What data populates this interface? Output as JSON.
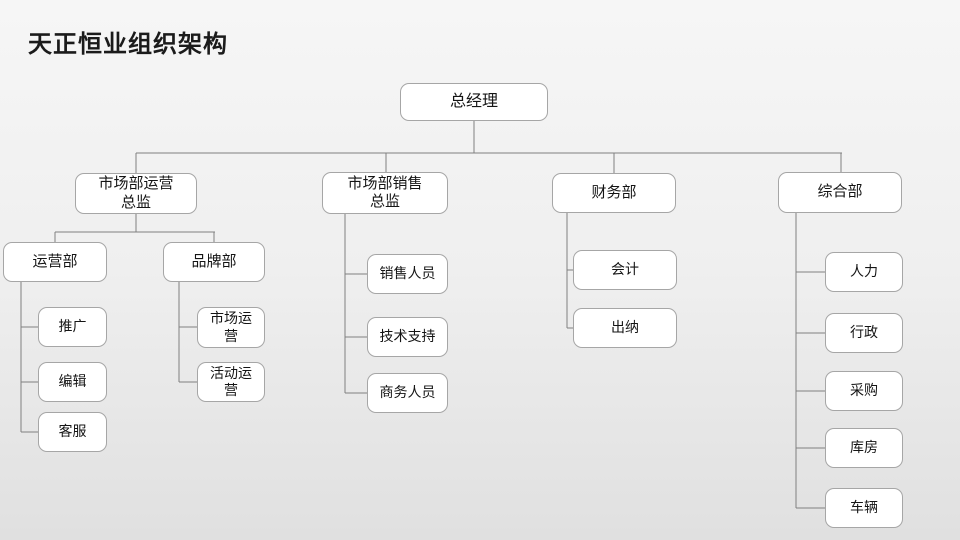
{
  "slide": {
    "title": "天正恒业组织架构",
    "colors": {
      "background_top": "#f6f6f6",
      "background_bottom": "#e0e0e0",
      "node_fill": "#ffffff",
      "node_border": "#a6a6a6",
      "connector": "#808080",
      "text": "#141414"
    }
  },
  "nodes": {
    "ceo": "总经理",
    "mkt_ops": "市场部运营\n总监",
    "mkt_sales": "市场部销售\n总监",
    "finance": "财务部",
    "general": "综合部",
    "operations": "运营部",
    "brand": "品牌部",
    "promotion": "推广",
    "editing": "编辑",
    "customer_service": "客服",
    "market_op": "市场运\n营",
    "event_op": "活动运\n营",
    "sales_staff": "销售人员",
    "tech_support": "技术支持",
    "biz_staff": "商务人员",
    "accounting": "会计",
    "cashier": "出纳",
    "hr": "人力",
    "admin": "行政",
    "procurement": "采购",
    "warehouse": "库房",
    "vehicles": "车辆"
  },
  "hierarchy": {
    "label": "总经理",
    "children": [
      {
        "label": "市场部运营总监",
        "children": [
          {
            "label": "运营部",
            "children": [
              {
                "label": "推广"
              },
              {
                "label": "编辑"
              },
              {
                "label": "客服"
              }
            ]
          },
          {
            "label": "品牌部",
            "children": [
              {
                "label": "市场运营"
              },
              {
                "label": "活动运营"
              }
            ]
          }
        ]
      },
      {
        "label": "市场部销售总监",
        "children": [
          {
            "label": "销售人员"
          },
          {
            "label": "技术支持"
          },
          {
            "label": "商务人员"
          }
        ]
      },
      {
        "label": "财务部",
        "children": [
          {
            "label": "会计"
          },
          {
            "label": "出纳"
          }
        ]
      },
      {
        "label": "综合部",
        "children": [
          {
            "label": "人力"
          },
          {
            "label": "行政"
          },
          {
            "label": "采购"
          },
          {
            "label": "库房"
          },
          {
            "label": "车辆"
          }
        ]
      }
    ]
  }
}
